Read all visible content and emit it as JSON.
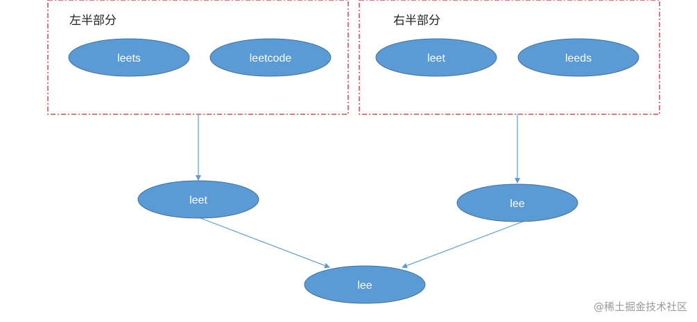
{
  "groups": {
    "left": {
      "title": "左半部分"
    },
    "right": {
      "title": "右半部分"
    }
  },
  "nodes": {
    "top_left_1": "leets",
    "top_left_2": "leetcode",
    "top_right_1": "leet",
    "top_right_2": "leeds",
    "mid_left": "leet",
    "mid_right": "lee",
    "bottom": "lee"
  },
  "watermark": "@稀土掘金技术社区",
  "colors": {
    "node_fill": "#5b9bd5",
    "node_stroke": "#41719c",
    "edge": "#5b9bd5",
    "group_border": "#d9262b",
    "node_text": "#ffffff"
  }
}
